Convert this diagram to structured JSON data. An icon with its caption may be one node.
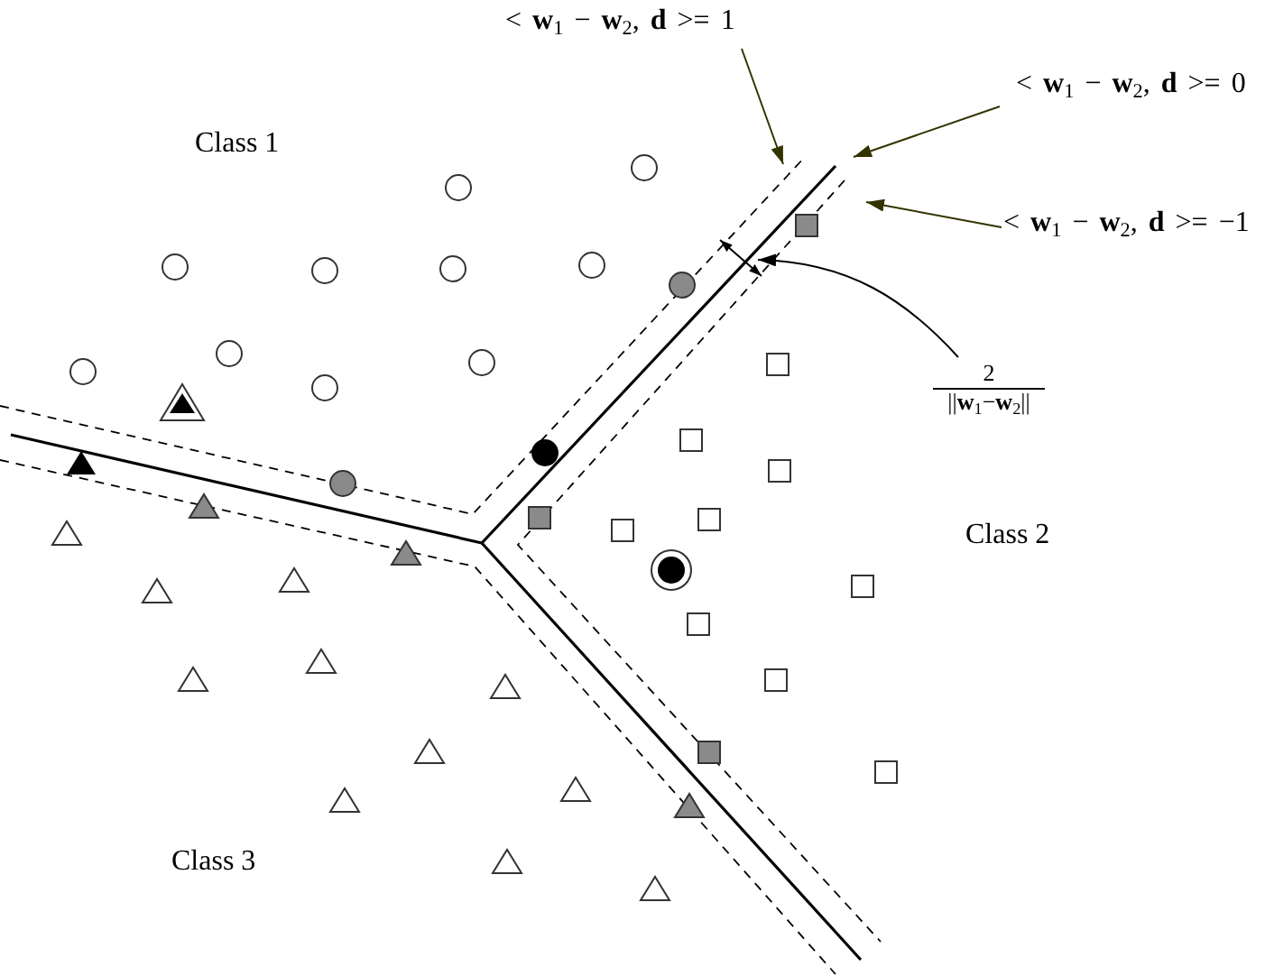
{
  "diagram": {
    "nodes": [
      {
        "text": [
          "< **w**$_{1}$ − **w**$_{2}$, **d** >= 1"
        ]
      },
      {
        "text": [
          "< **w**$_{1}$ − **w**$_{2}$, **d** >= 0"
        ]
      },
      {
        "text": [
          "< **w**$_{1}$ − **w**$_{2}$, **d** >= −1"
        ]
      },
      {
        "text": [
          "2",
          "||**w**$_{1}$−**w**$_{2}$||"
        ]
      }
    ],
    "edges": [
      {
        "from": 0,
        "to": null,
        "arrow": "to"
      },
      {
        "from": 1,
        "to": null,
        "arrow": "to"
      },
      {
        "from": 2,
        "to": null,
        "arrow": "to"
      },
      {
        "from": 3,
        "to": null,
        "arrow": "to",
        "color": "#000000"
      }
    ],
    "labels": [
      "Class 1",
      "Class 2",
      "Class 3"
    ]
  }
}
